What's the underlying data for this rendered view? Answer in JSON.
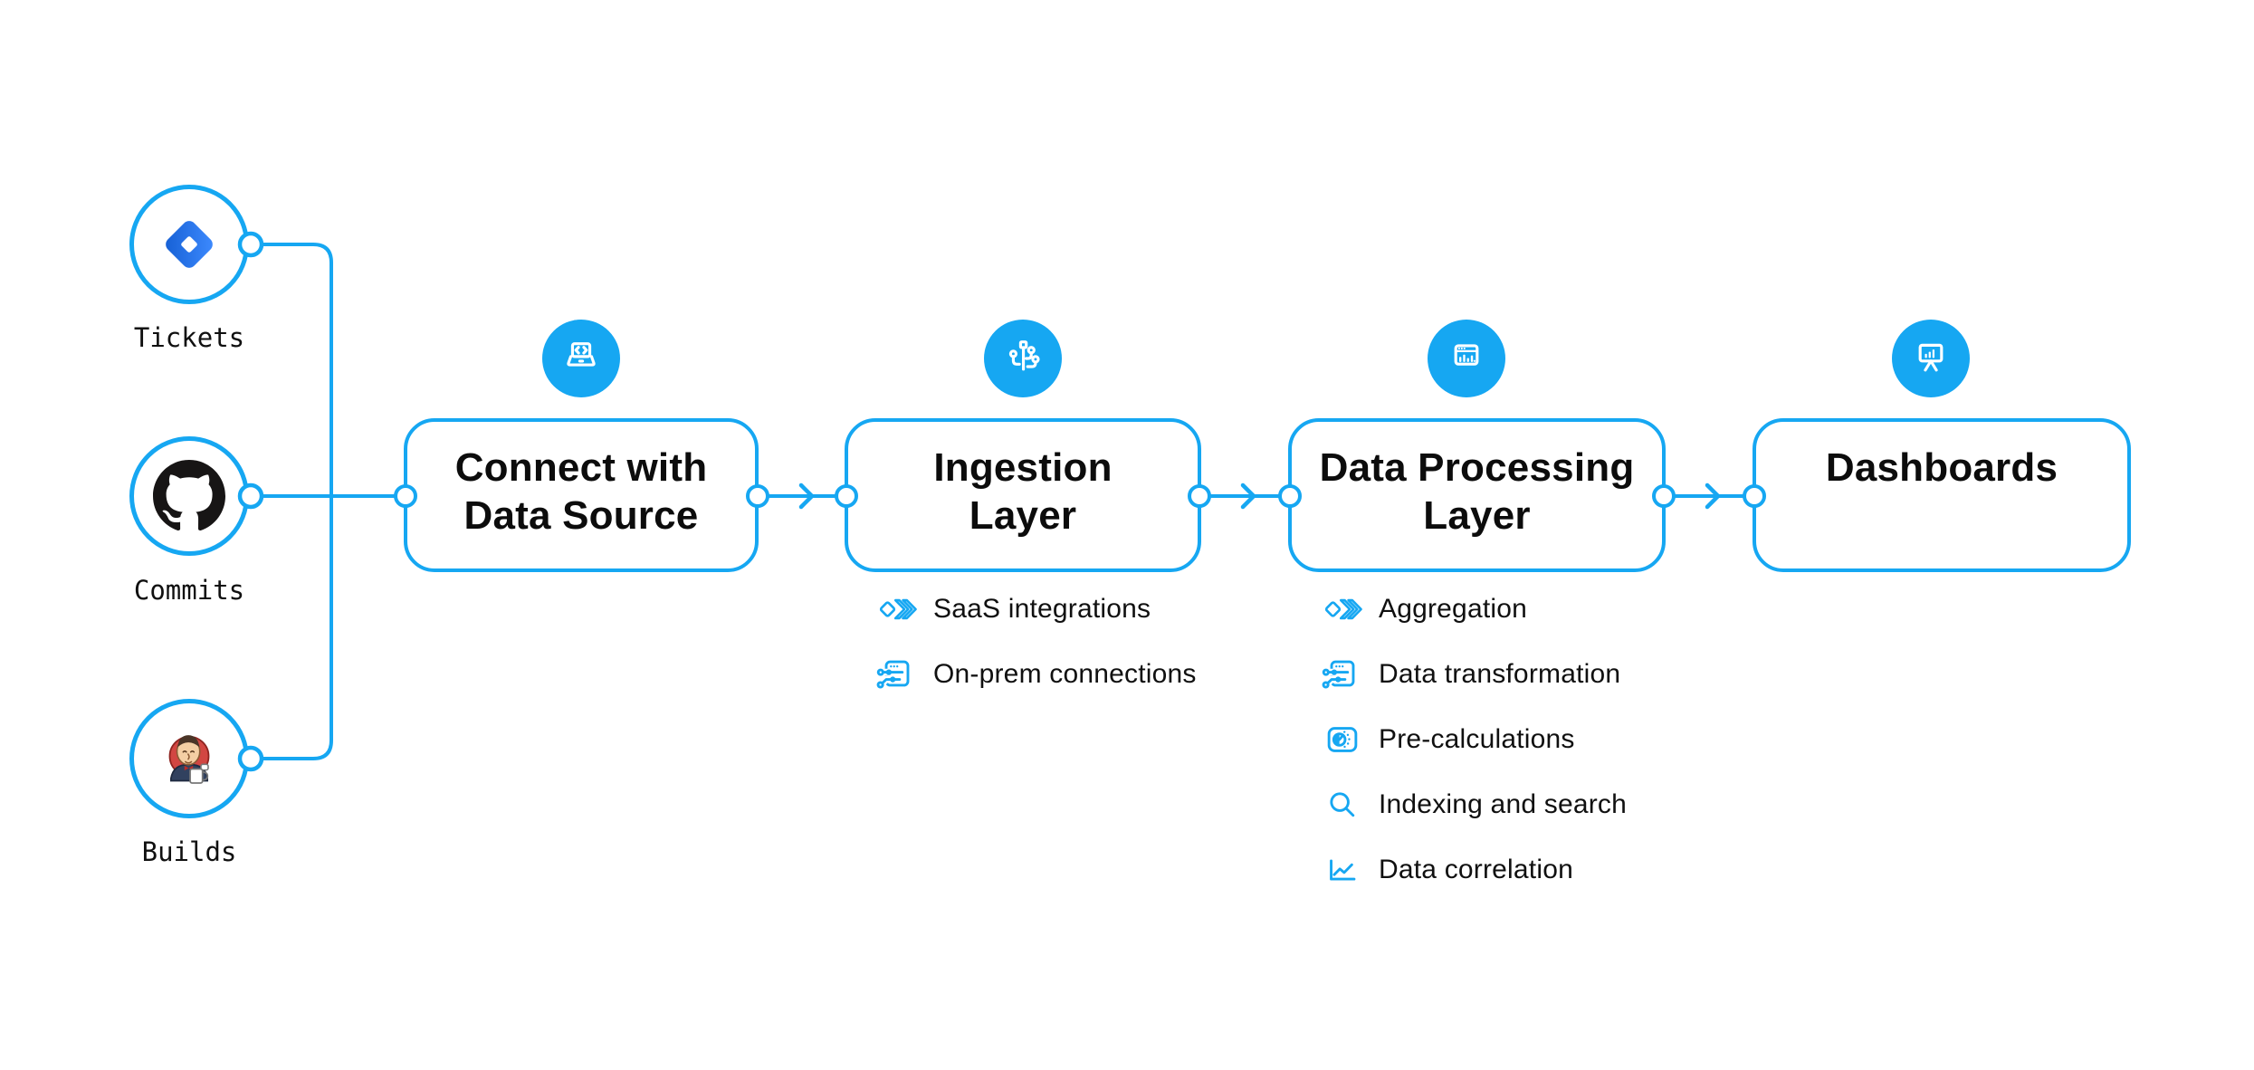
{
  "colors": {
    "accent": "#16A7F2",
    "text": "#101010",
    "jira_blue_light": "#3E8BFF",
    "jira_blue_dark": "#155FD4",
    "github_black": "#171515",
    "jenkins_red": "#D24642",
    "jenkins_suit": "#31415F"
  },
  "sources": [
    {
      "label": "Tickets",
      "icon": "jira-icon"
    },
    {
      "label": "Commits",
      "icon": "github-icon"
    },
    {
      "label": "Builds",
      "icon": "jenkins-icon"
    }
  ],
  "stages": [
    {
      "title": "Connect with\nData Source",
      "icon": "laptop-code-icon",
      "items": []
    },
    {
      "title": "Ingestion\nLayer",
      "icon": "circuit-branches-icon",
      "items": [
        {
          "label": "SaaS integrations",
          "icon": "diamonds-icon"
        },
        {
          "label": "On-prem connections",
          "icon": "window-sliders-icon"
        }
      ]
    },
    {
      "title": "Data Processing\nLayer",
      "icon": "window-chart-icon",
      "items": [
        {
          "label": "Aggregation",
          "icon": "diamonds-icon"
        },
        {
          "label": "Data transformation",
          "icon": "window-sliders-icon"
        },
        {
          "label": "Pre-calculations",
          "icon": "gauge-icon"
        },
        {
          "label": "Indexing and search",
          "icon": "search-icon"
        },
        {
          "label": "Data correlation",
          "icon": "line-chart-icon"
        }
      ]
    },
    {
      "title": "Dashboards",
      "icon": "presentation-chart-icon",
      "items": []
    }
  ]
}
